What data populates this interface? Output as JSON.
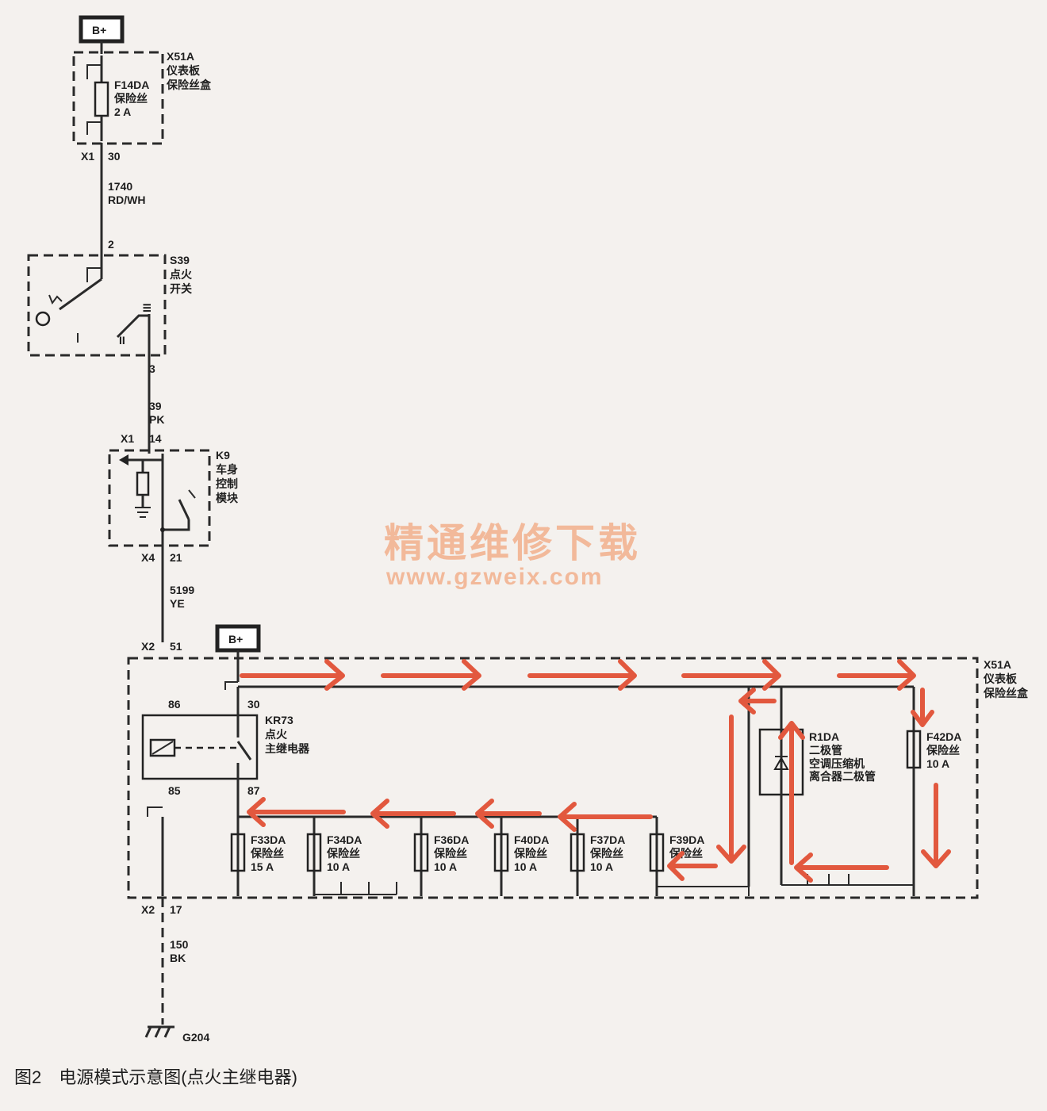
{
  "diagram": {
    "watermark": {
      "title": "精通维修下载",
      "url": "www.gzweix.com"
    },
    "caption": "图2　电源模式示意图(点火主继电器)",
    "power_label_top": "B+",
    "power_label_mid": "B+",
    "fusebox_top": {
      "id": "X51A",
      "name_line1": "仪表板",
      "name_line2": "保险丝盒"
    },
    "fuse_f14da": {
      "id": "F14DA",
      "type": "保险丝",
      "rating": "2 A"
    },
    "pins": {
      "x1": "X1",
      "p30": "30",
      "p2": "2",
      "p3": "3",
      "k9_x1": "X1",
      "p14": "14",
      "x4": "X4",
      "p21": "21",
      "x2_top": "X2",
      "p51": "51",
      "x2_bot": "X2",
      "p17": "17"
    },
    "wire_1740": {
      "number": "1740",
      "color": "RD/WH"
    },
    "switch_s39": {
      "id": "S39",
      "line1": "点火",
      "line2": "开关",
      "pos_ii": "II",
      "pos_iii": "III",
      "pos_i": "I"
    },
    "wire_39": {
      "number": "39",
      "color": "PK"
    },
    "module_k9": {
      "id": "K9",
      "line1": "车身",
      "line2": "控制",
      "line3": "模块"
    },
    "wire_5199": {
      "number": "5199",
      "color": "YE"
    },
    "fusebox_bottom": {
      "id": "X51A",
      "name_line1": "仪表板",
      "name_line2": "保险丝盒"
    },
    "relay_kr73": {
      "id": "KR73",
      "line1": "点火",
      "line2": "主继电器",
      "pin86": "86",
      "pin30": "30",
      "pin85": "85",
      "pin87": "87"
    },
    "diode_r1da": {
      "id": "R1DA",
      "line1": "二极管",
      "line2": "空调压缩机",
      "line3": "离合器二极管"
    },
    "fuses": [
      {
        "id": "F33DA",
        "type": "保险丝",
        "rating": "15 A"
      },
      {
        "id": "F34DA",
        "type": "保险丝",
        "rating": "10 A"
      },
      {
        "id": "F36DA",
        "type": "保险丝",
        "rating": "10 A"
      },
      {
        "id": "F40DA",
        "type": "保险丝",
        "rating": "10 A"
      },
      {
        "id": "F37DA",
        "type": "保险丝",
        "rating": "10 A"
      },
      {
        "id": "F39DA",
        "type": "保险丝",
        "rating": ""
      },
      {
        "id": "F42DA",
        "type": "保险丝",
        "rating": "10 A"
      }
    ],
    "wire_150": {
      "number": "150",
      "color": "BK"
    },
    "ground": {
      "id": "G204"
    },
    "colors": {
      "flow_arrow": "#e2583e",
      "watermark": "#f2b99a",
      "line": "#2a2a2a"
    }
  }
}
